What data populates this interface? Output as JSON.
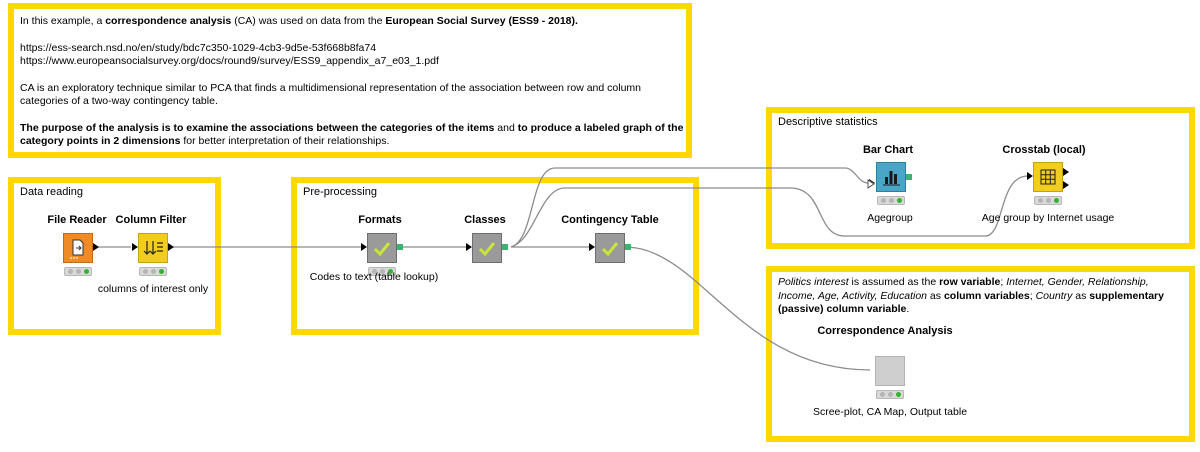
{
  "intro": {
    "p1_pre": "In this example, a ",
    "p1_b1": "correspondence analysis",
    "p1_mid": " (CA) was used on data from  the ",
    "p1_b2": "European Social Survey  (ESS9 - 2018).",
    "link1": "https://ess-search.nsd.no/en/study/bdc7c350-1029-4cb3-9d5e-53f668b8fa74",
    "link2": "https://www.europeansocialsurvey.org/docs/round9/survey/ESS9_appendix_a7_e03_1.pdf",
    "p3": "CA is an exploratory technique similar to PCA that finds a multidimensional representation of the association between row and column categories of a two-way contingency table.",
    "p4_b1": "The purpose of the analysis is to examine the associations between the categories of the items",
    "p4_mid": " and ",
    "p4_b2": "to produce a labeled graph of the category points in 2 dimensions",
    "p4_end": " for better interpretation of their relationships."
  },
  "annotations": {
    "data_reading": "Data reading",
    "pre_processing": "Pre-processing",
    "descriptive": "Descriptive statistics"
  },
  "ca_note": {
    "t1_i": "Politics interest",
    "t2": " is assumed as the ",
    "t3_b": "row variable",
    "t4": "; ",
    "t5_i": "Internet, Gender, Relationship, Income, Age, Activity, Education",
    "t6": " as ",
    "t7_b": "column variables",
    "t8": "; ",
    "t9_i": "Country",
    "t10": " as ",
    "t11_b": "supplementary (passive) column variable",
    "t12": "."
  },
  "nodes": {
    "file_reader": {
      "label": "File Reader",
      "desc": ""
    },
    "column_filter": {
      "label": "Column Filter",
      "desc": "columns of interest only"
    },
    "formats": {
      "label": "Formats",
      "desc": "Codes to text (table lookup)"
    },
    "classes": {
      "label": "Classes",
      "desc": ""
    },
    "contingency": {
      "label": "Contingency Table",
      "desc": ""
    },
    "bar_chart": {
      "label": "Bar Chart",
      "desc": "Agegroup"
    },
    "crosstab": {
      "label": "Crosstab (local)",
      "desc": "Age group by Internet usage"
    },
    "ca": {
      "label": "Correspondence Analysis",
      "desc": "Scree-plot, CA Map, Output table"
    }
  },
  "colors": {
    "annotation_border": "#ffd800",
    "metanode": "#9a9a9a",
    "reader": "#f08a24",
    "manipulator": "#f2cd1f",
    "view": "#4aa6c7",
    "status_ok": "#34b233",
    "check": "#c8e63a"
  }
}
